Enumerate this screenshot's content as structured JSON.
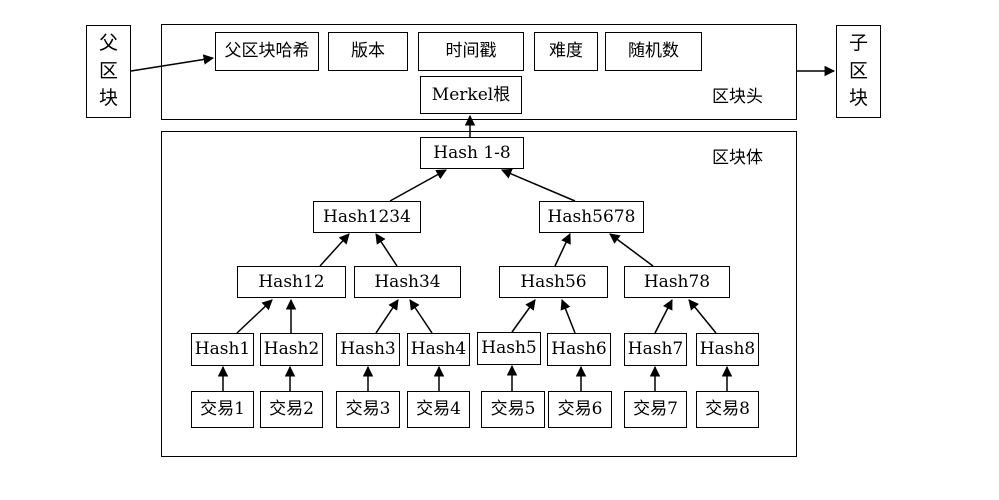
{
  "parent_block": [
    "父",
    "区",
    "块"
  ],
  "child_block": [
    "子",
    "区",
    "块"
  ],
  "header": {
    "title": "区块头",
    "fields": [
      "父区块哈希",
      "版本",
      "时间戳",
      "难度",
      "随机数"
    ],
    "merkle_root": "Merkel根"
  },
  "body": {
    "title": "区块体",
    "root": "Hash 1-8",
    "level2": [
      "Hash1234",
      "Hash5678"
    ],
    "level3": [
      "Hash12",
      "Hash34",
      "Hash56",
      "Hash78"
    ],
    "leaves": [
      "Hash1",
      "Hash2",
      "Hash3",
      "Hash4",
      "Hash5",
      "Hash6",
      "Hash7",
      "Hash8"
    ],
    "transactions": [
      "交易1",
      "交易2",
      "交易3",
      "交易4",
      "交易5",
      "交易6",
      "交易7",
      "交易8"
    ]
  }
}
